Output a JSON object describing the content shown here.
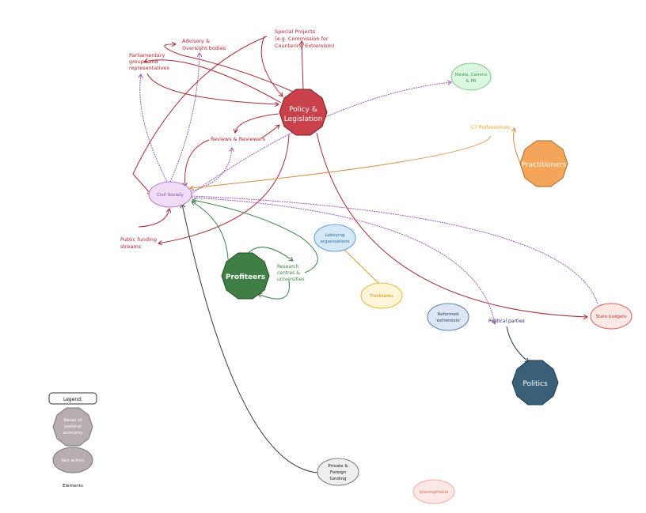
{
  "nodes": {
    "policy": [
      "Policy &",
      "Legislation"
    ],
    "practitioners": "Practitioners",
    "profiteers": "Profiteers",
    "politics": "Politics",
    "civil_society": "Civil Society",
    "media": [
      "Media, Comms",
      "& PR"
    ],
    "lobbying": [
      "Lobbying",
      "organisations"
    ],
    "thinktanks": "Thinktanks",
    "reformed": [
      "Reformed",
      "'extremists'"
    ],
    "state_budgets": "State budgets",
    "private_funding": [
      "Private &",
      "Foreign",
      "funding"
    ],
    "islamophobia": "Islamophobia"
  },
  "labels": {
    "special_projects": [
      "Special Projects",
      "(e.g. Commission for",
      "Countering Extremism)"
    ],
    "advisory": [
      "Advisory &",
      "Oversight bodies"
    ],
    "parliamentary": [
      "Parliamentary",
      "groups and",
      "representatives"
    ],
    "reviews": "Reviews & Reviewers",
    "ct_professionals": "CT Professionals",
    "public_funding": [
      "Public funding",
      "streams"
    ],
    "research": [
      "Research",
      "centres &",
      "universities"
    ],
    "political_parties": "Political parties"
  },
  "legend": {
    "title": "Legend:",
    "bases": [
      "Bases of",
      "political",
      "economy"
    ],
    "key_actors": "Key actors",
    "elements": "Elements"
  },
  "colors": {
    "policy": "#c8414b",
    "practitioners": "#f5a55a",
    "profiteers": "#3f7f45",
    "politics": "#3a6079",
    "legend": "#b8adae"
  }
}
